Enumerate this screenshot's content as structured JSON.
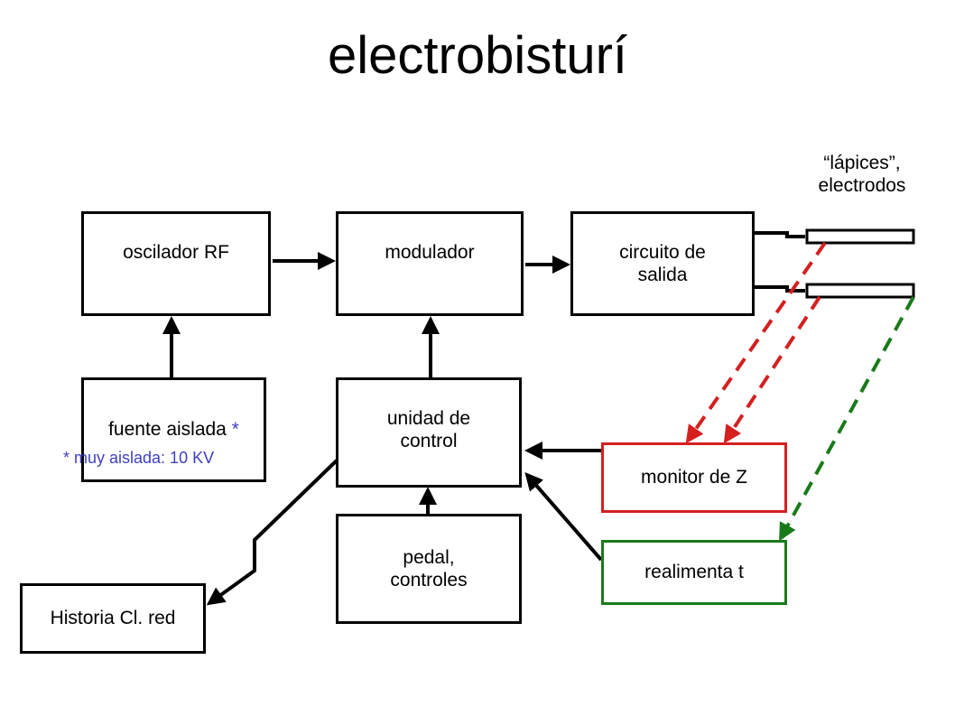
{
  "title": "electrobisturí",
  "blocks": {
    "oscilador": "oscilador RF",
    "modulador": "modulador",
    "circuito": "circuito de\nsalida",
    "fuente": "fuente aislada",
    "fuente_star": "*",
    "unidad": "unidad de\ncontrol",
    "pedal": "pedal,\ncontroles",
    "historia": "Historia Cl. red",
    "monitor": "monitor de Z",
    "realimenta": "realimenta t"
  },
  "electrodes_label": "“lápices”,\nelectrodos",
  "note": "* muy aislada: 10 KV",
  "colors": {
    "red": "#d42020",
    "green": "#1a7a1a",
    "note": "#4040c0"
  }
}
